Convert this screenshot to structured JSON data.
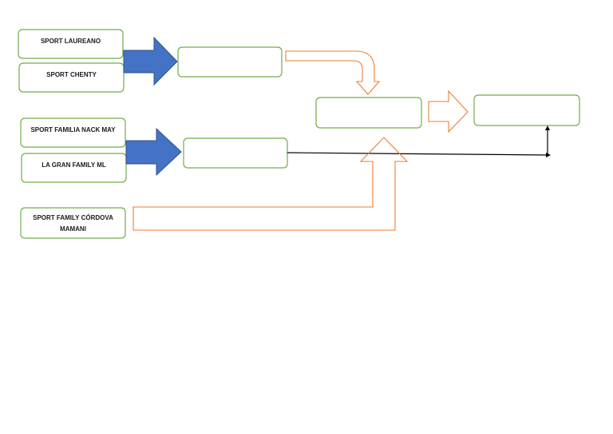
{
  "diagram": {
    "teams": [
      {
        "lines": [
          "SPORT LAUREANO"
        ]
      },
      {
        "lines": [
          "SPORT CHENTY"
        ]
      },
      {
        "lines": [
          "SPORT FAMILIA NACK MAY"
        ]
      },
      {
        "lines": [
          "LA GRAN FAMILY ML"
        ]
      },
      {
        "lines": [
          "SPORT FAMILY CÓRDOVA",
          "MAMANI"
        ]
      }
    ],
    "result_boxes": [
      {
        "label": ""
      },
      {
        "label": ""
      },
      {
        "label": ""
      },
      {
        "label": ""
      }
    ]
  },
  "colors": {
    "box_border": "#70ad47",
    "block_arrow": "#4472c4",
    "block_arrow_outline": "#2f528f",
    "outline_arrow": "#ed7d31",
    "connector": "#000000"
  }
}
